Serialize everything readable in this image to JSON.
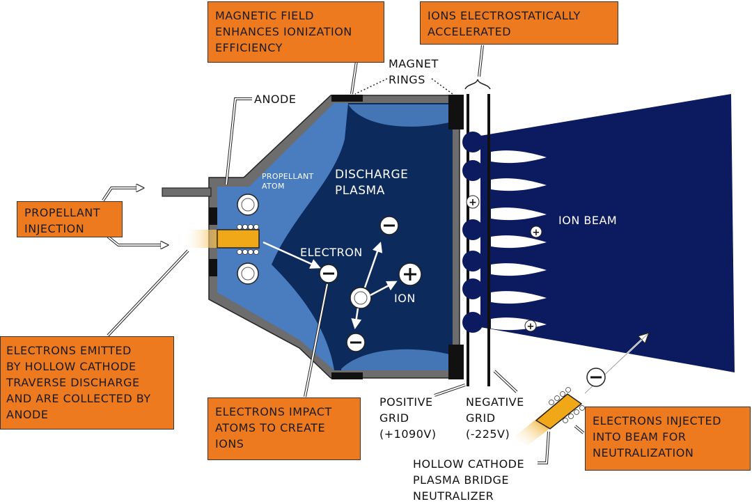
{
  "colors": {
    "callout_bg": "#ee7a1f",
    "chamber_outer": "#4a7dbf",
    "plasma_core": "#0c2a5c",
    "ion_beam": "#0c1a60",
    "wall_gray": "#6d6d6d",
    "cathode_yellow": "#f0a818"
  },
  "callouts": {
    "magnetic_field": [
      "MAGNETIC FIELD",
      "ENHANCES IONIZATION",
      "EFFICIENCY"
    ],
    "ions_accelerated": [
      "IONS ELECTROSTATICALLY",
      "ACCELERATED"
    ],
    "propellant_injection": [
      "PROPELLANT",
      "INJECTION"
    ],
    "electrons_emitted": [
      "ELECTRONS EMITTED",
      "BY HOLLOW CATHODE",
      "TRAVERSE DISCHARGE",
      "AND ARE COLLECTED BY",
      "ANODE"
    ],
    "electrons_impact": [
      "ELECTRONS IMPACT",
      "ATOMS TO CREATE",
      "IONS"
    ],
    "electrons_injected": [
      "ELECTRONS INJECTED",
      "INTO BEAM FOR",
      "NEUTRALIZATION"
    ]
  },
  "labels": {
    "magnet_rings": [
      "MAGNET",
      "RINGS"
    ],
    "anode": "ANODE",
    "propellant_atom": [
      "PROPELLANT",
      "ATOM"
    ],
    "discharge_plasma": [
      "DISCHARGE",
      "PLASMA"
    ],
    "electron": "ELECTRON",
    "ion": "ION",
    "ion_beam": "ION BEAM",
    "positive_grid": [
      "POSITIVE",
      "GRID",
      "(+1090V)"
    ],
    "negative_grid": [
      "NEGATIVE",
      "GRID",
      "(-225V)"
    ],
    "neutralizer": [
      "HOLLOW CATHODE",
      "PLASMA BRIDGE",
      "NEUTRALIZER"
    ]
  },
  "symbols": {
    "minus": "−",
    "plus": "+"
  }
}
